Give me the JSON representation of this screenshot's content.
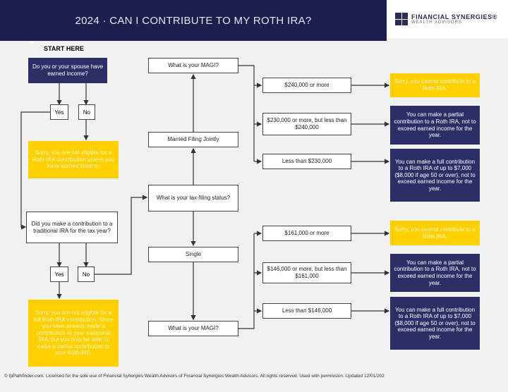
{
  "header": {
    "title": "2024 · CAN I CONTRIBUTE TO MY ROTH IRA?"
  },
  "logo": {
    "name": "FINANCIAL SYNERGIES®",
    "sub": "WEALTH ADVISORS"
  },
  "start": "START HERE",
  "q1": "Do you or your spouse have earned income?",
  "q1_yes": "Yes",
  "q1_no": "No",
  "q1_no_result": "Sorry, you are not eligible for a Roth IRA contribution unless you have earned income.",
  "q2": "Did you make a contribution to a traditional IRA for the tax year?",
  "q2_yes": "Yes",
  "q2_no": "No",
  "q2_yes_result": "Sorry, you are not eligible for a full Roth IRA contribution. Since you have already made a contribution to your traditional IRA, but you may be able to make a partial contribution to your Roth IRA.",
  "filing": "What is your tax-filing status?",
  "mfj": "Married Filing Jointly",
  "single": "Single",
  "magi_top": "What is your MAGI?",
  "magi_bottom": "What is your MAGI?",
  "mfj_ranges": [
    "$240,000 or more",
    "$230,000 or more, but less than $240,000",
    "Less than $230,000"
  ],
  "single_ranges": [
    "$161,000 or more",
    "$146,000 or more, but less than $161,000",
    "Less than $146,000"
  ],
  "mfj_results": [
    "Sorry, you cannot contribute to a Roth IRA.",
    "You can make a partial contribution to a Roth IRA, not to exceed earned income for the year.",
    "You can make a full contribution to a Roth IRA of up to $7,000 ($8,000 if age 50 or over), not to exceed earned income for the year."
  ],
  "single_results": [
    "Sorry, you cannot contribute to a Roth IRA.",
    "You can make a partial contribution to a Roth IRA, not to exceed earned income for the year.",
    "You can make a full contribution to a Roth IRA of up to $7,000 ($8,000 if age 50 or over), not to exceed earned income for the year."
  ],
  "footer": "© fpPathfinder.com. Licensed for the sole use of Financial Synergies Wealth Advisors of Financial Synergies Wealth Advisors. All rights reserved. Used with permission. Updated 12/01/202",
  "colors": {
    "navy": "#2b2f66",
    "yellow": "#ffd000",
    "header": "#1c1f4e"
  }
}
